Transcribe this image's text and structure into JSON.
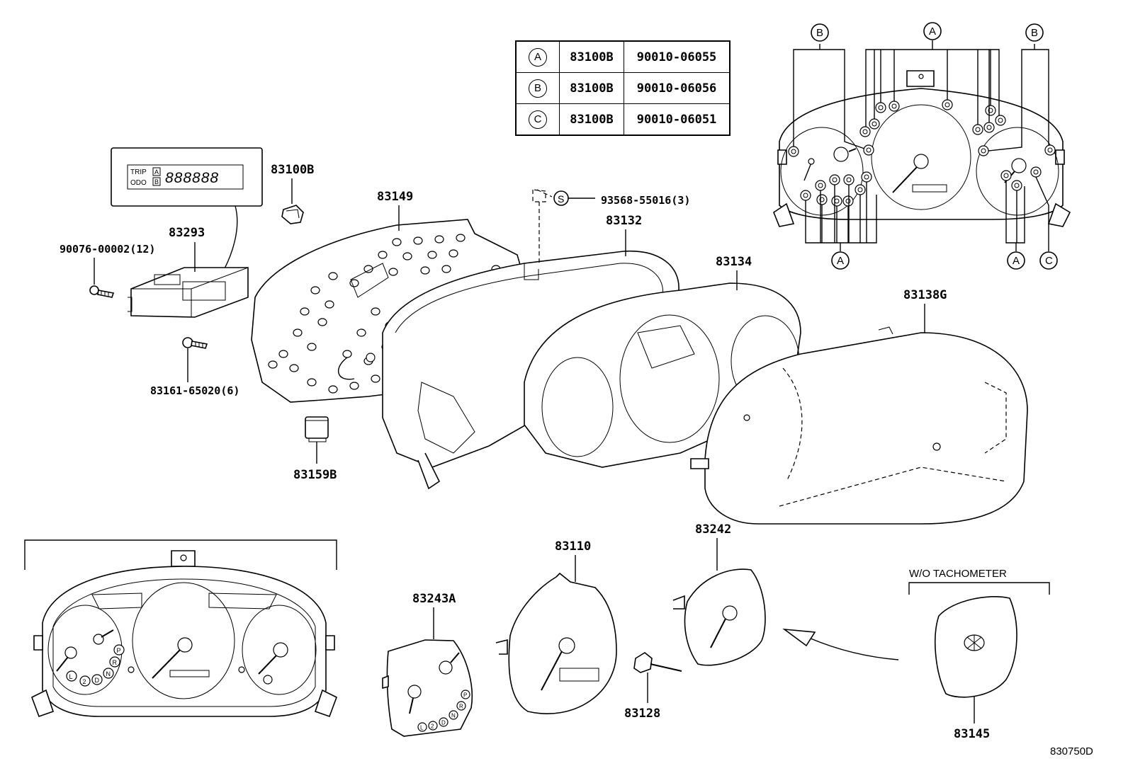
{
  "diagram_id": "830750D",
  "table": {
    "rows": [
      {
        "circle": "A",
        "part": "83100B",
        "number": "90010-06055"
      },
      {
        "circle": "B",
        "part": "83100B",
        "number": "90010-06056"
      },
      {
        "circle": "C",
        "part": "83100B",
        "number": "90010-06051"
      }
    ]
  },
  "parts": {
    "p83100B": "83100B",
    "p83149": "83149",
    "p83293": "83293",
    "p90076": "90076-00002(12)",
    "p83161": "83161-65020(6)",
    "p83159B": "83159B",
    "p93568": "93568-55016(3)",
    "p93568_tag": "S",
    "p83132": "83132",
    "p83134": "83134",
    "p83138G": "83138G",
    "p83242": "83242",
    "p83110": "83110",
    "p83243A": "83243A",
    "p83128": "83128",
    "p83145": "83145"
  },
  "wo_tachometer": "W/O TACHOMETER",
  "odometer_display": {
    "trip": "TRIP",
    "odo": "ODO",
    "a": "A",
    "b": "B",
    "digits": "888888"
  },
  "bulb_tags": {
    "top_left": "B",
    "top_mid": "A",
    "top_right": "B",
    "bottom_left": "A",
    "bottom_mid": "A",
    "bottom_right": "C"
  },
  "gear_letters": [
    "L",
    "2",
    "D",
    "N",
    "R",
    "P"
  ],
  "cluster_colors": {
    "line": "#000000",
    "fill": "#ffffff"
  }
}
